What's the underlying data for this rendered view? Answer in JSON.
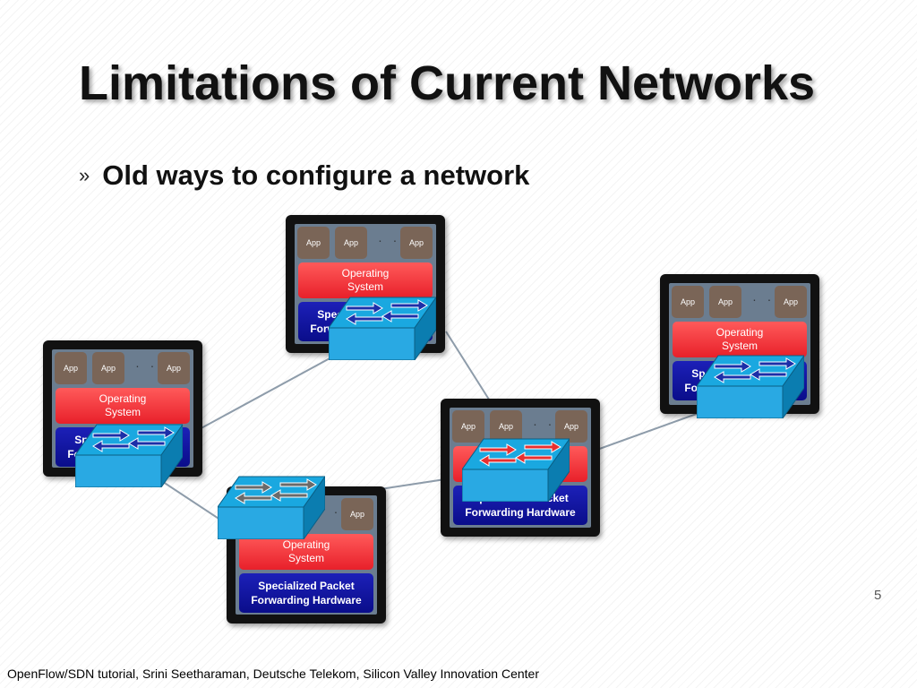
{
  "slide": {
    "title": "Limitations of Current Networks",
    "bullet_marker": "»",
    "bullet": "Old ways to configure a network",
    "page_number": "5",
    "footer": "OpenFlow/SDN tutorial, Srini Seetharaman, Deutsche Telekom, Silicon Valley Innovation Center"
  },
  "node_labels": {
    "app": "App",
    "os_line1": "Operating",
    "os_line2": "System",
    "hw_line1": "Specialized Packet",
    "hw_line2": "Forwarding Hardware"
  },
  "colors": {
    "node_frame": "#111111",
    "node_panel": "#6b7d90",
    "app": "#7a6557",
    "os": "#e8202a",
    "hardware": "#0a0d8a",
    "switch_body": "#1aa8e0",
    "arrow_blue": "#1c2fa8",
    "arrow_red": "#e83030",
    "arrow_gray": "#6a6a6a",
    "link": "#8e9caa"
  },
  "diagram": {
    "icon": "network-switch-icon",
    "nodes": [
      {
        "id": "top",
        "arrow_color": "blue"
      },
      {
        "id": "left",
        "arrow_color": "blue"
      },
      {
        "id": "bottom",
        "arrow_color": "gray"
      },
      {
        "id": "center",
        "arrow_color": "red"
      },
      {
        "id": "right",
        "arrow_color": "blue"
      }
    ],
    "links": [
      [
        "top",
        "left"
      ],
      [
        "top",
        "center"
      ],
      [
        "left",
        "bottom"
      ],
      [
        "bottom",
        "center"
      ],
      [
        "center",
        "right"
      ]
    ]
  }
}
